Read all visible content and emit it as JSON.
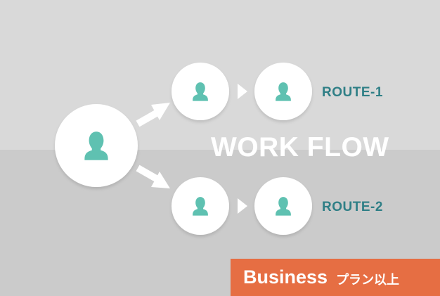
{
  "title": "WORK FLOW",
  "routes": [
    {
      "label": "ROUTE-1"
    },
    {
      "label": "ROUTE-2"
    }
  ],
  "badge": {
    "main": "Business",
    "sub": "プラン以上"
  },
  "colors": {
    "background_top": "#d9d9d9",
    "background_bottom": "#cbcbcb",
    "node_fill": "#ffffff",
    "user_icon": "#5fc1b1",
    "route_label": "#2f7f86",
    "arrow": "#ffffff",
    "badge_bg": "#e66e43"
  },
  "icons": {
    "node": "user-icon",
    "connector": "arrow-icon",
    "step": "chevron-right-icon"
  }
}
